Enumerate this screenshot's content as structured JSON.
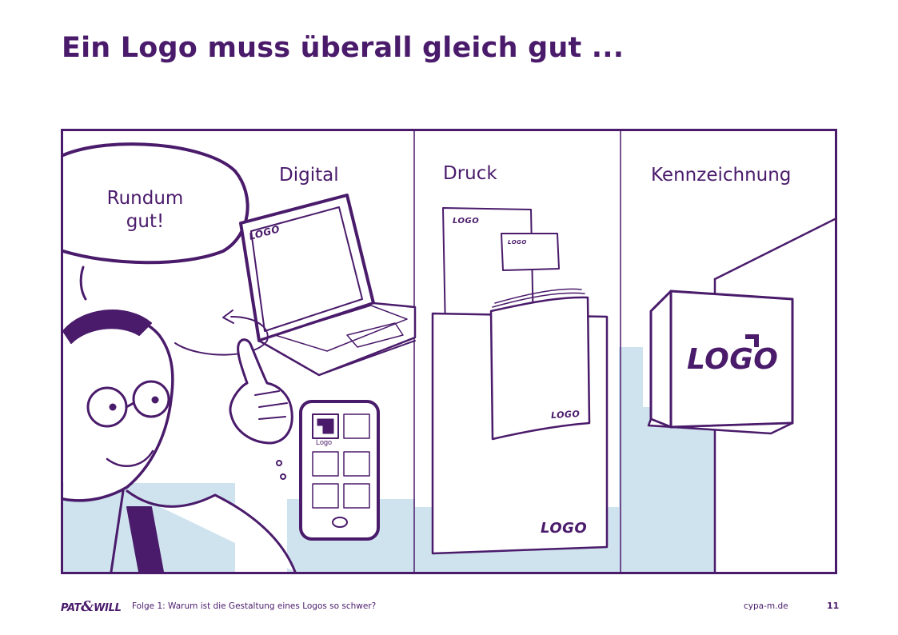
{
  "title": "Ein Logo muss überall gleich gut ...",
  "comic": {
    "speech_line1": "Rundum",
    "speech_line2": "gut!",
    "panels": [
      {
        "label": "Digital"
      },
      {
        "label": "Druck"
      },
      {
        "label": "Kennzeichnung"
      }
    ],
    "laptop_logo": "LOGO",
    "phone_logo_label": "Logo",
    "letterhead_logo": "LOGO",
    "card_logo": "LOGO",
    "brochure_logo": "LOGO",
    "folder_logo": "LOGO",
    "sign_logo": "LOGO"
  },
  "footer": {
    "brand_left": "PAT",
    "brand_amp": "&",
    "brand_right": "WILL",
    "caption": "Folge 1: Warum ist die Gestaltung eines Logos so schwer?",
    "site": "cypa-m.de",
    "page": "11"
  },
  "colors": {
    "purple": "#4a1b6b",
    "light_blue": "#cfe3ee"
  }
}
